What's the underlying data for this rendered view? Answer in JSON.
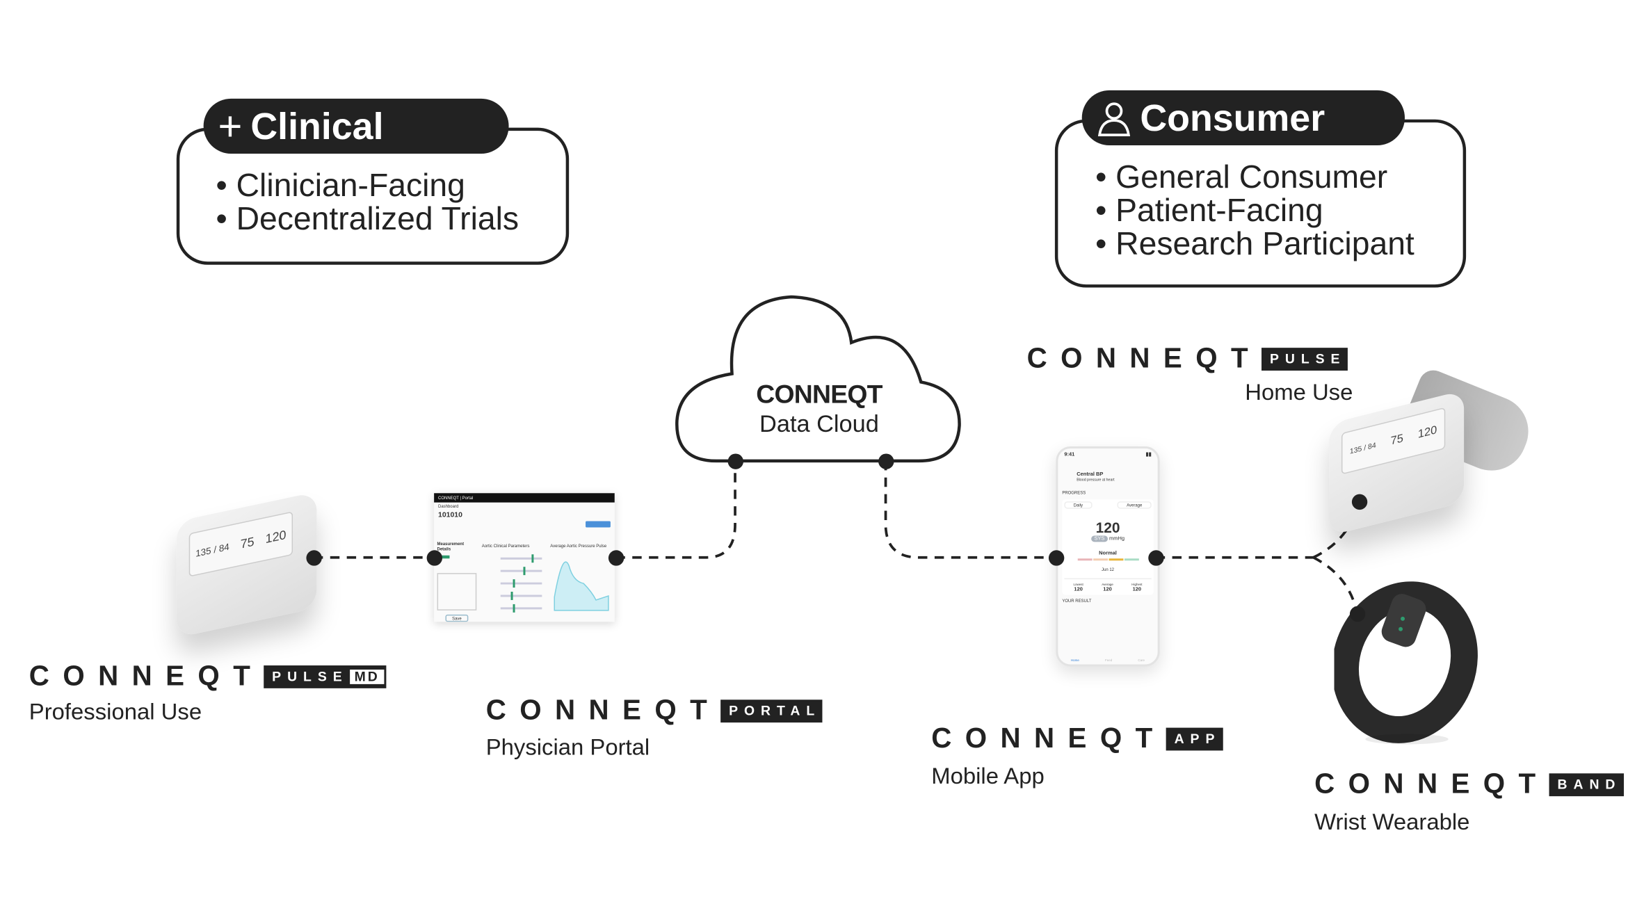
{
  "clinical": {
    "icon": "plus-icon",
    "title": "Clinical",
    "items": [
      "Clinician-Facing",
      "Decentralized Trials"
    ]
  },
  "consumer": {
    "icon": "person-icon",
    "title": "Consumer",
    "items": [
      "General Consumer",
      "Patient-Facing",
      "Research Participant"
    ]
  },
  "cloud": {
    "title": "CONNEQT",
    "subtitle": "Data Cloud"
  },
  "products": {
    "pulse_md": {
      "word": "CONNEQT",
      "badge": "PULSE",
      "badge2": "MD",
      "label": "Professional Use",
      "screen": [
        "135 / 84",
        "75",
        "120"
      ]
    },
    "portal": {
      "word": "CONNEQT",
      "badge": "PORTAL",
      "label": "Physician Portal",
      "screen": {
        "brand": "CONNEQT | Portal",
        "nav": "Dashboard",
        "id": "101010",
        "section1": "Measurement Details",
        "section2": "Aortic Clinical Parameters",
        "section3": "Average Aortic Pressure Pulse",
        "button": "Save"
      }
    },
    "app": {
      "word": "CONNEQT",
      "badge": "APP",
      "label": "Mobile App",
      "screen": {
        "time": "9:41",
        "title": "Central BP",
        "subtitle": "Blood pressure at heart",
        "progress": "PROGRESS",
        "daily": "Daily",
        "average": "Average",
        "value": "120",
        "sys": "SYS",
        "unit": "mmHg",
        "status": "Normal",
        "date": "Jun 12",
        "stats": [
          {
            "k": "Lowest",
            "v": "120"
          },
          {
            "k": "Average",
            "v": "120"
          },
          {
            "k": "Highest",
            "v": "120"
          }
        ],
        "result": "YOUR RESULT",
        "tabs": [
          "Home",
          "Feed",
          "Care"
        ]
      }
    },
    "pulse": {
      "word": "CONNEQT",
      "badge": "PULSE",
      "label": "Home Use",
      "screen": [
        "135 / 84",
        "75",
        "120"
      ]
    },
    "band": {
      "word": "CONNEQT",
      "badge": "BAND",
      "label": "Wrist Wearable"
    }
  },
  "colors": {
    "ink": "#222222",
    "accent_green": "#2e9b6e",
    "chart_blue": "#7fd0e0"
  }
}
